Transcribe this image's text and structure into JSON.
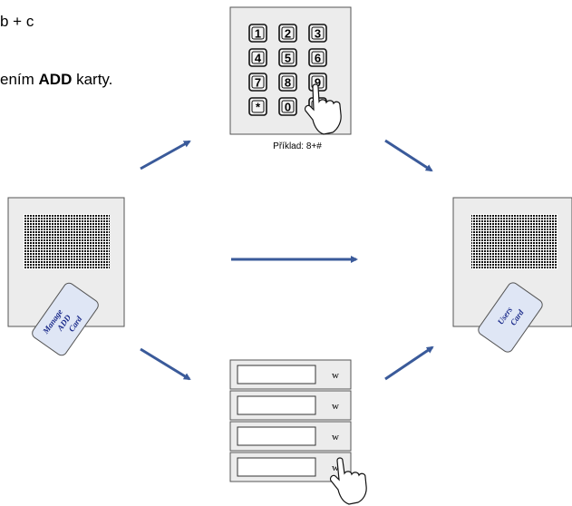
{
  "instructions": {
    "line1_text": "b + c",
    "line2_prefix": "ením ",
    "line2_bold": "ADD",
    "line2_suffix": " karty."
  },
  "keypad": {
    "keys": [
      "1",
      "2",
      "3",
      "4",
      "5",
      "6",
      "7",
      "8",
      "9",
      "*",
      "0",
      "#"
    ],
    "caption": "Příklad: 8+#"
  },
  "cards": {
    "manage": [
      "Manage",
      "ADD",
      "Card"
    ],
    "users": [
      "Users",
      "Card"
    ]
  },
  "button_panel": {
    "button_symbol": "w"
  },
  "colors": {
    "arrow": "#3a5a9a",
    "card_fill": "#dfe6f5",
    "card_text": "#1a2a8a",
    "panel": "#ececec"
  }
}
